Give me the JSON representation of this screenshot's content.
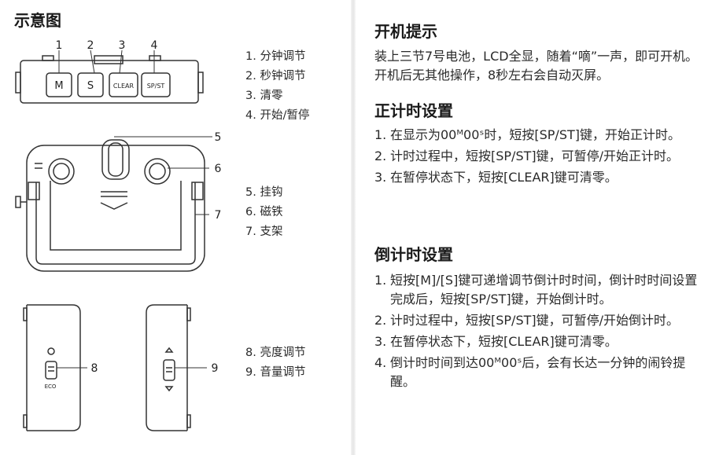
{
  "left": {
    "title": "示意图",
    "callouts": [
      "1",
      "2",
      "3",
      "4",
      "5",
      "6",
      "7",
      "8",
      "9"
    ],
    "buttons": [
      "M",
      "S",
      "CLEAR",
      "SP/ST"
    ],
    "eco_label": "ECO",
    "legend_top": [
      "1. 分钟调节",
      "2. 秒钟调节",
      "3. 清零",
      "4. 开始/暂停"
    ],
    "legend_mid": [
      "5. 挂钩",
      "6. 磁铁",
      "7. 支架"
    ],
    "legend_bottom": [
      "8. 亮度调节",
      "9. 音量调节"
    ]
  },
  "right": {
    "power": {
      "title": "开机提示",
      "text": "装上三节7号电池，LCD全显，随着“嘀”一声，即可开机。开机后无其他操作，8秒左右会自动灭屏。"
    },
    "count_up": {
      "title": "正计时设置",
      "items": [
        {
          "num": "1.",
          "text": "在显示为00ᴹ00ˢ时，短按[SP/ST]键，开始正计时。"
        },
        {
          "num": "2.",
          "text": "计时过程中，短按[SP/ST]键，可暂停/开始正计时。"
        },
        {
          "num": "3.",
          "text": "在暂停状态下，短按[CLEAR]键可清零。"
        }
      ]
    },
    "count_down": {
      "title": "倒计时设置",
      "items": [
        {
          "num": "1.",
          "text": "短按[M]/[S]键可递增调节倒计时时间，倒计时时间设置完成后，短按[SP/ST]键，开始倒计时。"
        },
        {
          "num": "2.",
          "text": "计时过程中，短按[SP/ST]键，可暂停/开始倒计时。"
        },
        {
          "num": "3.",
          "text": "在暂停状态下，短按[CLEAR]键可清零。"
        },
        {
          "num": "4.",
          "text": "倒计时时间到达00ᴹ00ˢ后，会有长达一分钟的闹铃提醒。"
        }
      ]
    }
  }
}
